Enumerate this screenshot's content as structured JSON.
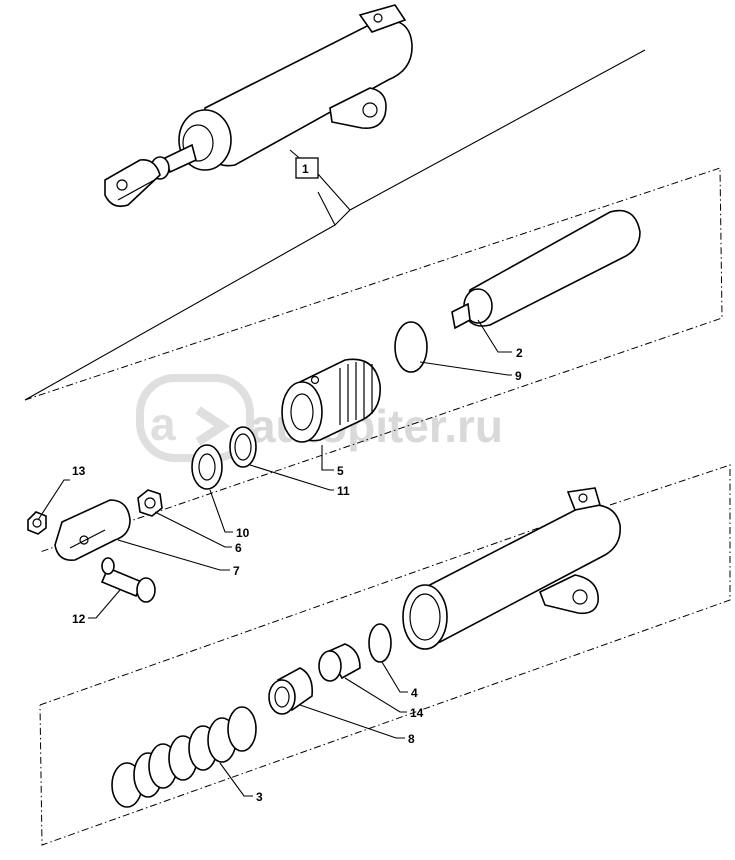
{
  "diagram": {
    "watermark": "autopiter.ru",
    "assembly_label": "1",
    "callouts": [
      {
        "id": "c2",
        "label": "2"
      },
      {
        "id": "c3",
        "label": "3"
      },
      {
        "id": "c4",
        "label": "4"
      },
      {
        "id": "c5",
        "label": "5"
      },
      {
        "id": "c6",
        "label": "6"
      },
      {
        "id": "c7",
        "label": "7"
      },
      {
        "id": "c8",
        "label": "8"
      },
      {
        "id": "c9",
        "label": "9"
      },
      {
        "id": "c10",
        "label": "10"
      },
      {
        "id": "c11",
        "label": "11"
      },
      {
        "id": "c12",
        "label": "12"
      },
      {
        "id": "c13",
        "label": "13"
      },
      {
        "id": "c14",
        "label": "14"
      }
    ]
  }
}
